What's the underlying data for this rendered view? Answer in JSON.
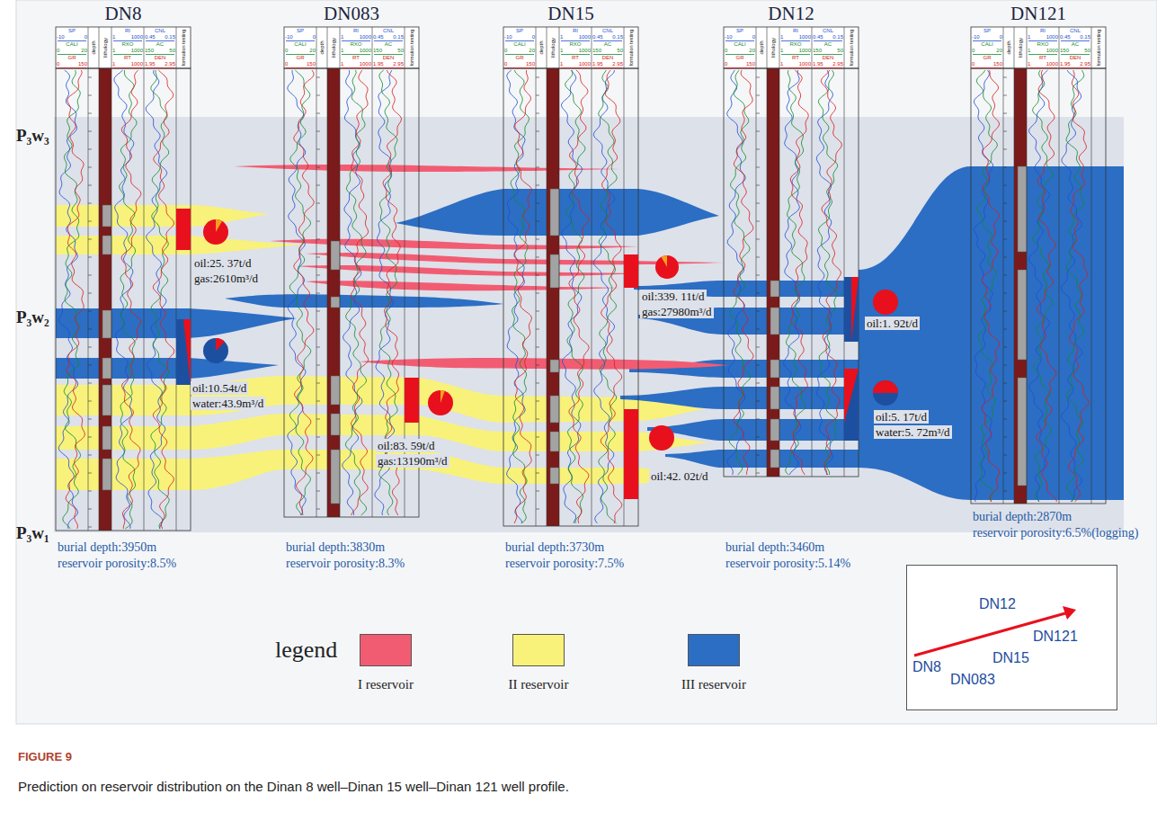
{
  "diagram": {
    "caption": "Prediction on reservoir distribution on the Dinan 8 well–Dinan 15 well–Dinan 121 well profile.",
    "nodes": [
      {
        "text": [
          "DN8",
          "burial depth:3950m",
          "reservoir porosity:8.5%"
        ]
      },
      {
        "text": [
          "DN083",
          "burial depth:3830m",
          "reservoir porosity:8.3%"
        ]
      },
      {
        "text": [
          "DN15",
          "burial depth:3730m",
          "reservoir porosity:7.5%"
        ]
      },
      {
        "text": [
          "DN12",
          "burial depth:3460m",
          "reservoir porosity:5.14%"
        ]
      },
      {
        "text": [
          "DN121",
          "burial depth:2870m",
          "reservoir porosity:6.5%(logging)"
        ]
      },
      {
        "text": [
          "DN12",
          "DN121",
          "DN8",
          "DN15",
          "DN083"
        ]
      }
    ],
    "labels": [
      "SP",
      "-10",
      "0",
      "CALI",
      "0",
      "20",
      "GR",
      "0",
      "150",
      "depth",
      "lithology",
      "RI",
      "1",
      "1000",
      "RXO",
      "1",
      "1000",
      "RT",
      "1",
      "1000",
      "CNL",
      "0.45",
      "0.15",
      "AC",
      "150",
      "50",
      "DEN",
      "1.95",
      "2.95",
      "formation testing",
      "SP",
      "-10",
      "0",
      "CALI",
      "0",
      "20",
      "GR",
      "0",
      "150",
      "depth",
      "lithology",
      "RI",
      "1",
      "1000",
      "RXO",
      "1",
      "1000",
      "RT",
      "1",
      "1000",
      "CNL",
      "0.45",
      "0.15",
      "AC",
      "150",
      "50",
      "DEN",
      "1.95",
      "2.95",
      "formation testing",
      "SP",
      "-10",
      "0",
      "CALI",
      "0",
      "20",
      "GR",
      "0",
      "150",
      "depth",
      "lithology",
      "RI",
      "1",
      "1000",
      "RXO",
      "1",
      "1000",
      "RT",
      "1",
      "1000",
      "CNL",
      "0.45",
      "0.15",
      "AC",
      "150",
      "50",
      "DEN",
      "1.95",
      "2.95",
      "formation testing",
      "SP",
      "-10",
      "0",
      "CALI",
      "0",
      "20",
      "GR",
      "0",
      "150",
      "depth",
      "lithology",
      "RI",
      "1",
      "1000",
      "RXO",
      "1",
      "1000",
      "RT",
      "1",
      "1000",
      "CNL",
      "0.45",
      "0.15",
      "AC",
      "150",
      "50",
      "DEN",
      "1.95",
      "2.95",
      "formation testing",
      "SP",
      "-10",
      "0",
      "CALI",
      "0",
      "20",
      "GR",
      "0",
      "150",
      "depth",
      "lithology",
      "RI",
      "1",
      "1000",
      "RXO",
      "1",
      "1000",
      "RT",
      "1",
      "1000",
      "CNL",
      "0.45",
      "0.15",
      "AC",
      "150",
      "50",
      "DEN",
      "1.95",
      "2.95",
      "formation testing",
      "P₃w₃",
      "P₃w₂",
      "P₃w₁",
      "oil:25. 37t/d",
      "gas:2610m³/d",
      "oil:10.54t/d",
      "water:43.9m³/d",
      "oil:83. 59t/d",
      "gas:13190m³/d",
      "oil:339. 11t/d",
      "gas:27980m³/d",
      "oil:42. 02t/d",
      "oil:1. 92t/d",
      "oil:5. 17t/d",
      "water:5. 72m³/d",
      "legend",
      "FIGURE 9"
    ],
    "legend": [
      {
        "text": "I reservoir",
        "color": "#f25c72"
      },
      {
        "text": "II reservoir",
        "color": "#f8f27a"
      },
      {
        "text": "III reservoir",
        "color": "#2b6ec4"
      }
    ]
  }
}
